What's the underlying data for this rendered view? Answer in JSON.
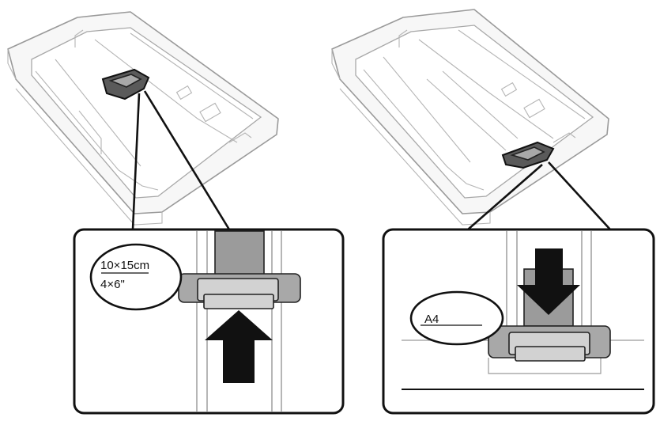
{
  "left_panel": {
    "size_label_line1": "10×15cm",
    "size_label_line2": "4×6\"",
    "arrow_direction": "up"
  },
  "right_panel": {
    "size_label": "A4",
    "arrow_direction": "down"
  },
  "icons": [
    "paper-cassette",
    "edge-guide",
    "arrow-up",
    "arrow-down"
  ]
}
